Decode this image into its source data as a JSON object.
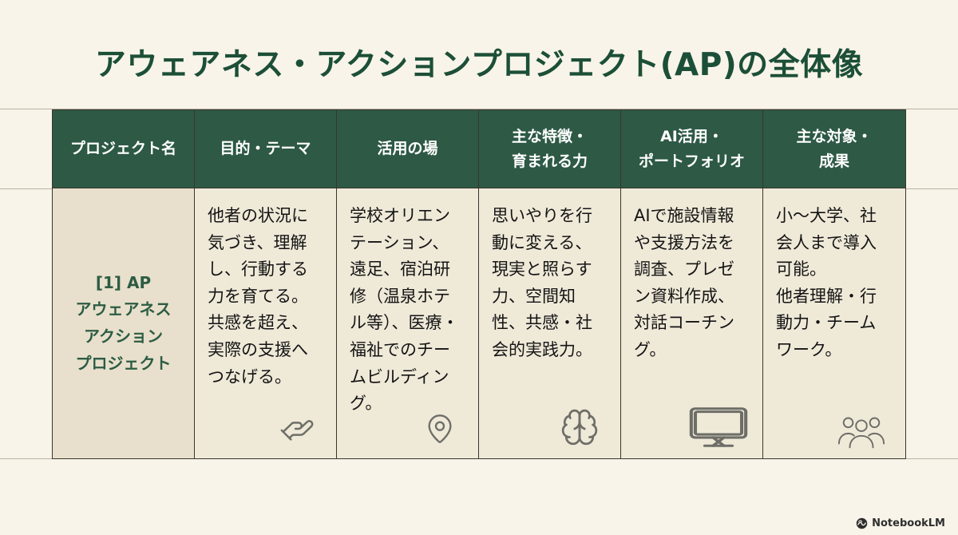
{
  "title": "アウェアネス・アクションプロジェクト(AP)の全体像",
  "table": {
    "headers": [
      {
        "label": "プロジェクト名"
      },
      {
        "label": "目的・テーマ"
      },
      {
        "label": "活用の場"
      },
      {
        "label": "主な特徴・\n育まれる力"
      },
      {
        "label": "AI活用・\nポートフォリオ"
      },
      {
        "label": "主な対象・\n成果"
      }
    ],
    "row": {
      "project_name": "[1] AP\nアウェアネス\nアクション\nプロジェクト",
      "purpose": "他者の状況に気づき、理解し、行動する力を育てる。共感を超え、実際の支援へつなげる。",
      "venues": "学校オリエンテーション、遠足、宿泊研修（温泉ホテル等）、医療・福祉でのチームビルディング。",
      "features": "思いやりを行動に変える、現実と照らす力、空間知性、共感・社会的実践力。",
      "ai_portfolio": "AIで施設情報や支援方法を調査、プレゼン資料作成、対話コーチング。",
      "targets": "小〜大学、社会人まで導入可能。\n他者理解・行動力・チームワーク。"
    },
    "icon_names": [
      "hand-icon",
      "location-pin-icon",
      "brain-icon",
      "monitor-icon",
      "people-group-icon"
    ]
  },
  "footer": {
    "watermark": "NotebookLM"
  },
  "colors": {
    "background": "#f8f4e9",
    "header_bg": "#2d5945",
    "header_text": "#ffffff",
    "cell_bg": "#efe9d8",
    "first_cell_bg": "#e8e0cc",
    "accent_green": "#1c4f37",
    "project_green": "#2d5c44",
    "body_text": "#141414",
    "border": "#3a362e",
    "icon": "#6e6e68"
  }
}
